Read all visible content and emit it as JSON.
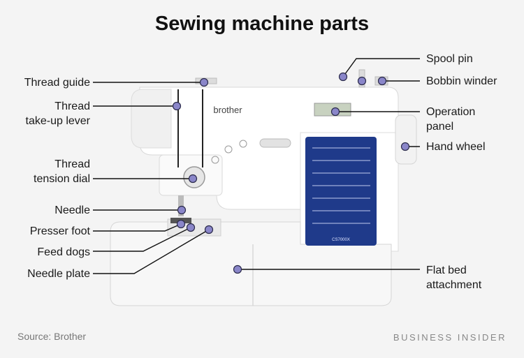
{
  "title": "Sewing machine parts",
  "machine": {
    "brand": "brother",
    "model": "CS7000X",
    "colors": {
      "body": "#ffffff",
      "panel": "#1f3a8a",
      "pin": "#8a86c9",
      "line": "#111111"
    }
  },
  "labels": {
    "spool_pin": "Spool pin",
    "bobbin_winder": "Bobbin winder",
    "operation_panel_1": "Operation",
    "operation_panel_2": "panel",
    "hand_wheel": "Hand wheel",
    "flat_bed_1": "Flat bed",
    "flat_bed_2": "attachment",
    "thread_guide": "Thread guide",
    "takeup_1": "Thread",
    "takeup_2": "take-up lever",
    "tension_1": "Thread",
    "tension_2": "tension dial",
    "needle": "Needle",
    "presser_foot": "Presser foot",
    "feed_dogs": "Feed dogs",
    "needle_plate": "Needle plate"
  },
  "footer": {
    "source": "Source: Brother",
    "brand": "BUSINESS INSIDER"
  }
}
